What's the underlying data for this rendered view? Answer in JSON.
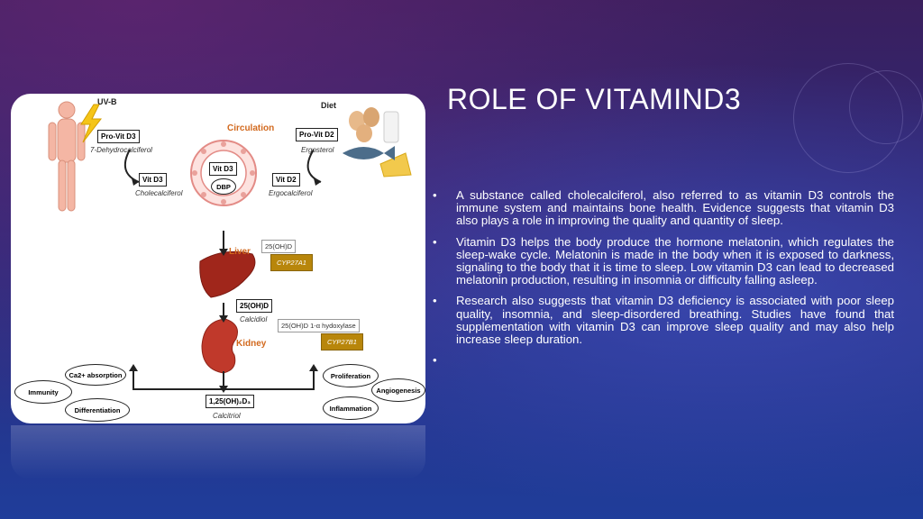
{
  "slide": {
    "title": "ROLE OF VITAMIND3",
    "bullets": [
      "A substance called cholecalciferol, also referred to as vitamin D3 controls the immune system and maintains bone health. Evidence suggests that vitamin D3 also plays a role in improving the quality and quantity of sleep.",
      "Vitamin D3 helps the body produce the hormone melatonin, which regulates the sleep-wake cycle. Melatonin is made in the body when it is exposed to darkness, signaling to the body that it is time to sleep. Low vitamin D3 can lead to decreased melatonin production, resulting in insomnia or difficulty falling asleep.",
      "Research also suggests that vitamin D3 deficiency is associated with poor sleep quality, insomnia, and sleep-disordered breathing. Studies have found that supplementation with vitamin D3 can improve sleep quality and may also help increase sleep duration.",
      ""
    ]
  },
  "diagram": {
    "uvb": "UV-B",
    "diet": "Diet",
    "circulation": "Circulation",
    "pro_vit_d3": "Pro-Vit D3",
    "dehydro": "7-Dehydrocalciferol",
    "vit_d3": "Vit D3",
    "cholecalciferol": "Cholecalciferol",
    "circ_vit_d3": "Vit D3",
    "dbp": "DBP",
    "pro_vit_d2": "Pro-Vit D2",
    "ergosterol": "Ergosterol",
    "vit_d2": "Vit D2",
    "ergocalciferol": "Ergocalciferol",
    "liver": "Liver",
    "liver_in": "25(OH)D",
    "cyp27a1": "CYP27A1",
    "ohd": "25(OH)D",
    "calcidiol": "Calcidiol",
    "kidney_in": "25(OH)D 1-α hydoxylase",
    "kidney": "Kidney",
    "cyp27b1": "CYP27B1",
    "calcitriol_box": "1,25(OH)₂D₃",
    "calcitriol": "Calcitriol",
    "left_effects": [
      "Ca2+ absorption",
      "Immunity",
      "Differentiation"
    ],
    "right_effects": [
      "Proliferation",
      "Angiogenesis",
      "Inflammation"
    ]
  },
  "colors": {
    "gold_box": "#b8860b",
    "orange_label": "#d2691e",
    "liver": "#a0261b",
    "kidney": "#c0392b"
  }
}
